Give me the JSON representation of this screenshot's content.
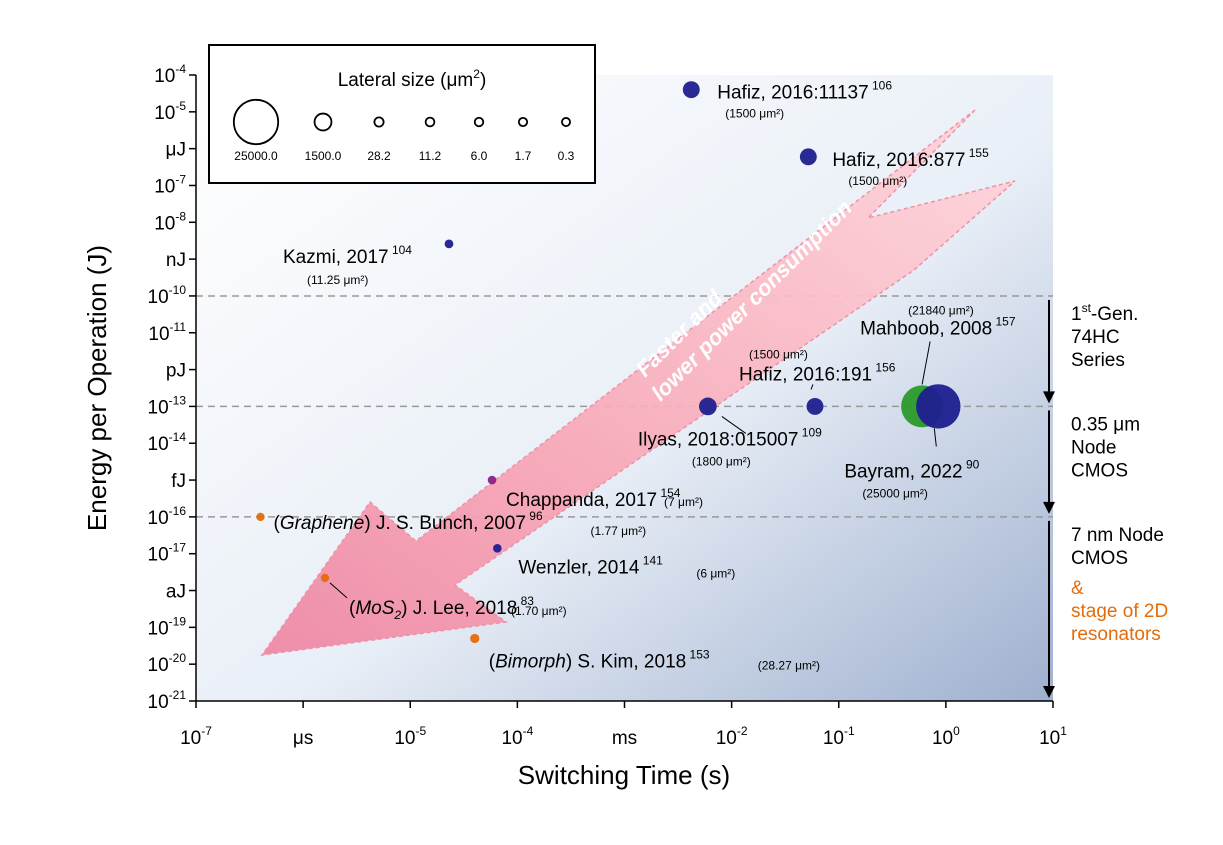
{
  "chart_data": {
    "type": "scatter",
    "title": "",
    "xlabel": "Switching Time (s)",
    "ylabel": "Energy per Operation (J)",
    "xscale": "log",
    "yscale": "log",
    "xlim": [
      1e-07,
      10
    ],
    "ylim": [
      1e-21,
      0.0001
    ],
    "x_ticks": [
      {
        "value": 1e-07,
        "base": "10",
        "exp": "-7"
      },
      {
        "value": 1e-06,
        "text": "μs"
      },
      {
        "value": 1e-05,
        "base": "10",
        "exp": "-5"
      },
      {
        "value": 0.0001,
        "base": "10",
        "exp": "-4"
      },
      {
        "value": 0.001,
        "text": "ms"
      },
      {
        "value": 0.01,
        "base": "10",
        "exp": "-2"
      },
      {
        "value": 0.1,
        "base": "10",
        "exp": "-1"
      },
      {
        "value": 1,
        "base": "10",
        "exp": "0"
      },
      {
        "value": 10,
        "base": "10",
        "exp": "1"
      }
    ],
    "y_ticks": [
      {
        "value": 0.0001,
        "base": "10",
        "exp": "-4"
      },
      {
        "value": 1e-05,
        "base": "10",
        "exp": "-5"
      },
      {
        "value": 1e-06,
        "text": "μJ"
      },
      {
        "value": 1e-07,
        "base": "10",
        "exp": "-7"
      },
      {
        "value": 1e-08,
        "base": "10",
        "exp": "-8"
      },
      {
        "value": 1e-09,
        "text": "nJ"
      },
      {
        "value": 1e-10,
        "base": "10",
        "exp": "-10"
      },
      {
        "value": 1e-11,
        "base": "10",
        "exp": "-11"
      },
      {
        "value": 1e-12,
        "text": "pJ"
      },
      {
        "value": 1e-13,
        "base": "10",
        "exp": "-13"
      },
      {
        "value": 1e-14,
        "base": "10",
        "exp": "-14"
      },
      {
        "value": 1e-15,
        "text": "fJ"
      },
      {
        "value": 1e-16,
        "base": "10",
        "exp": "-16"
      },
      {
        "value": 1e-17,
        "base": "10",
        "exp": "-17"
      },
      {
        "value": 1e-18,
        "text": "aJ"
      },
      {
        "value": 1e-19,
        "base": "10",
        "exp": "-19"
      },
      {
        "value": 1e-20,
        "base": "10",
        "exp": "-20"
      },
      {
        "value": 1e-21,
        "base": "10",
        "exp": "-21"
      }
    ],
    "points": [
      {
        "label": "Hafiz, 2016:11137",
        "ref": "106",
        "size_note": "(1500 μm²)",
        "x": 0.0042,
        "y": 4e-05,
        "lateral_size_um2": 1500,
        "color": "#1f1f8f"
      },
      {
        "label": "Hafiz, 2016:877",
        "ref": "155",
        "size_note": "(1500 μm²)",
        "x": 0.052,
        "y": 6e-07,
        "lateral_size_um2": 1500,
        "color": "#1f1f8f"
      },
      {
        "label": "Kazmi, 2017",
        "ref": "104",
        "size_note": "(11.25 μm²)",
        "x": 2.3e-05,
        "y": 2.6e-09,
        "lateral_size_um2": 11.25,
        "color": "#1f1f8f"
      },
      {
        "label": "Mahboob, 2008",
        "ref": "157",
        "size_note": "(21840 μm²)",
        "x": 0.6,
        "y": 1e-13,
        "lateral_size_um2": 21840,
        "color": "#2a9a2a"
      },
      {
        "label": "Hafiz, 2016:191",
        "ref": "156",
        "size_note": "(1500 μm²)",
        "x": 0.06,
        "y": 1e-13,
        "lateral_size_um2": 1500,
        "color": "#1f1f8f"
      },
      {
        "label": "Ilyas, 2018:015007",
        "ref": "109",
        "size_note": "(1800 μm²)",
        "x": 0.006,
        "y": 1e-13,
        "lateral_size_um2": 1800,
        "color": "#1f1f8f"
      },
      {
        "label": "Bayram, 2022",
        "ref": "90",
        "size_note": "(25000 μm²)",
        "x": 0.85,
        "y": 1e-13,
        "lateral_size_um2": 25000,
        "color": "#1f1f8f"
      },
      {
        "label": "Chappanda, 2017",
        "ref": "154",
        "size_note": "(7 μm²)",
        "x": 5.8e-05,
        "y": 1e-15,
        "lateral_size_um2": 7,
        "color": "#8a1f8a"
      },
      {
        "label": "J. S. Bunch, 2007",
        "prefix": "Graphene",
        "ref": "96",
        "size_note": "(1.77 μm²)",
        "x": 4e-07,
        "y": 1e-16,
        "lateral_size_um2": 1.77,
        "color": "#e46c0a"
      },
      {
        "label": "Wenzler, 2014",
        "ref": "141",
        "size_note": "(6 μm²)",
        "x": 6.5e-05,
        "y": 1.4e-17,
        "lateral_size_um2": 6,
        "color": "#1f1f8f"
      },
      {
        "label": "J. Lee, 2018",
        "prefix": "MoS",
        "prefix_sub": "2",
        "ref": "83",
        "size_note": "(1.70 μm²)",
        "x": 1.6e-06,
        "y": 2.2e-18,
        "lateral_size_um2": 1.7,
        "color": "#e46c0a"
      },
      {
        "label": "S. Kim, 2018",
        "prefix": "Bimorph",
        "ref": "153",
        "size_note": "(28.27 μm²)",
        "x": 4e-05,
        "y": 5e-20,
        "lateral_size_um2": 28.27,
        "color": "#e46c0a"
      }
    ],
    "thresholds": [
      1e-10,
      1e-13,
      1e-16
    ],
    "legend": {
      "title_prefix": "Lateral size (μm",
      "title_sup": "2",
      "title_suffix": ")",
      "placement": "top-left",
      "items": [
        {
          "value": 25000,
          "text": "25000.0"
        },
        {
          "value": 1500,
          "text": "1500.0"
        },
        {
          "value": 28.2,
          "text": "28.2"
        },
        {
          "value": 11.2,
          "text": "11.2"
        },
        {
          "value": 6.0,
          "text": "6.0"
        },
        {
          "value": 1.7,
          "text": "1.7"
        },
        {
          "value": 0.3,
          "text": "0.3"
        }
      ]
    },
    "regions": [
      {
        "lines": [
          {
            "pre": "1",
            "sup": "st",
            "post": "-Gen."
          },
          {
            "pre": "74HC"
          },
          {
            "pre": "Series"
          }
        ],
        "y_top": 1e-10,
        "y_bottom": 1e-13
      },
      {
        "lines": [
          {
            "pre": "0.35 μm"
          },
          {
            "pre": "Node"
          },
          {
            "pre": "CMOS"
          }
        ],
        "y_top": 1e-13,
        "y_bottom": 1e-16
      },
      {
        "lines": [
          {
            "pre": "7 nm Node"
          },
          {
            "pre": "CMOS"
          }
        ],
        "orange_lines": [
          "&",
          "stage of 2D",
          "resonators"
        ],
        "y_top": 1e-16,
        "y_bottom": 1e-21
      }
    ],
    "arrow_text": [
      "Faster and",
      "lower power consumption"
    ]
  }
}
